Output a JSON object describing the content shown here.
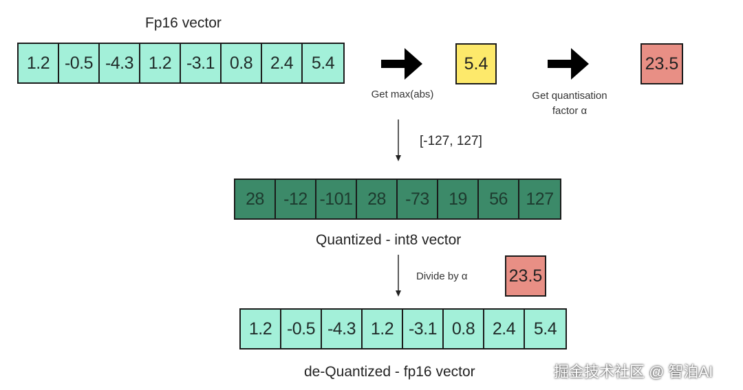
{
  "top": {
    "title": "Fp16 vector",
    "values": [
      "1.2",
      "-0.5",
      "-4.3",
      "1.2",
      "-3.1",
      "0.8",
      "2.4",
      "5.4"
    ]
  },
  "steps": {
    "max_label": "Get max(abs)",
    "max_value": "5.4",
    "max_color": "#fde96b",
    "factor_label_line1": "Get quantisation",
    "factor_label_line2": "factor α",
    "factor_value": "23.5",
    "factor_color": "#e88f85",
    "range_label": "[-127, 127]",
    "divide_label": "Divide by α",
    "divide_value": "23.5"
  },
  "quantized": {
    "values": [
      "28",
      "-12",
      "-101",
      "28",
      "-73",
      "19",
      "56",
      "127"
    ],
    "label": "Quantized - int8 vector"
  },
  "dequantized": {
    "values": [
      "1.2",
      "-0.5",
      "-4.3",
      "1.2",
      "-3.1",
      "0.8",
      "2.4",
      "5.4"
    ],
    "label": "de-Quantized - fp16 vector"
  },
  "watermark": "掘金技术社区 @ 智泊AI",
  "colors": {
    "fp16_cell": "#a3f0d9",
    "int8_cell": "#3c8a69"
  }
}
